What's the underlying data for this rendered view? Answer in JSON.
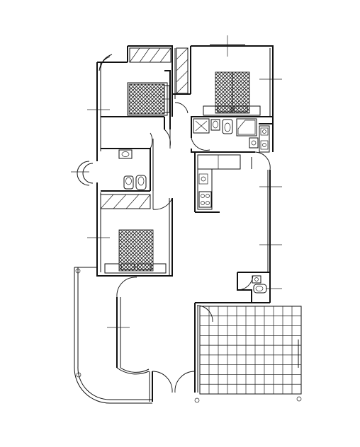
{
  "drawing": {
    "kind": "architectural-floor-plan",
    "stroke_color": "#111111",
    "hatch_color": "#222222",
    "background": "#ffffff",
    "labels": []
  },
  "rooms": [
    {
      "id": "bedroom-north-west",
      "furniture": [
        "double-bed",
        "wardrobe"
      ]
    },
    {
      "id": "bedroom-north-east",
      "furniture": [
        "double-bed",
        "wardrobe"
      ]
    },
    {
      "id": "bedroom-south-west",
      "furniture": [
        "double-bed",
        "wardrobe"
      ]
    },
    {
      "id": "bathroom-west",
      "fixtures": [
        "washbasin",
        "toilet",
        "bidet"
      ]
    },
    {
      "id": "bathroom-north",
      "fixtures": [
        "bathtub",
        "toilet",
        "washbasin",
        "shower"
      ]
    },
    {
      "id": "kitchen",
      "fixtures": [
        "counter",
        "sink",
        "stove"
      ]
    },
    {
      "id": "wc-east",
      "fixtures": [
        "washbasin",
        "toilet"
      ]
    },
    {
      "id": "living-area",
      "fixtures": []
    },
    {
      "id": "tiled-terrace",
      "fixtures": [
        "tile-grid"
      ]
    }
  ]
}
